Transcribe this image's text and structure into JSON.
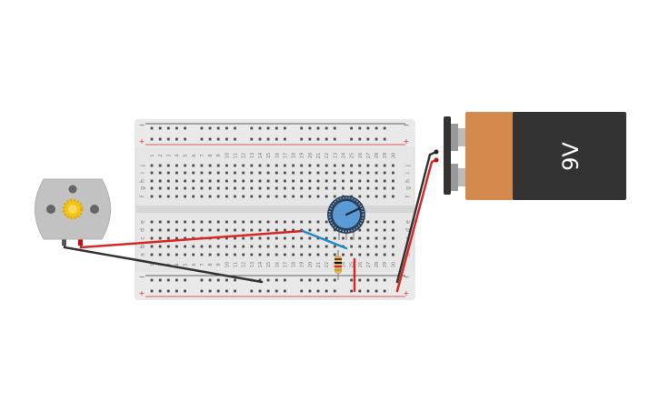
{
  "breadboard": {
    "columns": [
      "1",
      "2",
      "3",
      "4",
      "5",
      "6",
      "7",
      "8",
      "9",
      "10",
      "11",
      "12",
      "13",
      "14",
      "15",
      "16",
      "17",
      "18",
      "19",
      "20",
      "21",
      "22",
      "23",
      "24",
      "25",
      "26",
      "27",
      "28",
      "29",
      "30"
    ],
    "rows_top": [
      "j",
      "i",
      "h",
      "g",
      "f"
    ],
    "rows_bottom": [
      "e",
      "d",
      "c",
      "b",
      "a"
    ],
    "rail_minus": "−",
    "rail_plus": "+"
  },
  "battery": {
    "label": "9V"
  },
  "colors": {
    "wire_red": "#d62828",
    "wire_black": "#333333",
    "wire_blue": "#1e88c8",
    "battery_copper": "#d38a4c",
    "battery_body": "#333333",
    "breadboard": "#e6e6e6",
    "motor_body": "#c2c2c2",
    "fan_hub": "#f0c419",
    "pot_knob": "#5b9bd5"
  },
  "icons": {
    "motor": "dc-motor-icon",
    "fan": "fan-blade-icon",
    "pot": "potentiometer-knob-icon"
  }
}
